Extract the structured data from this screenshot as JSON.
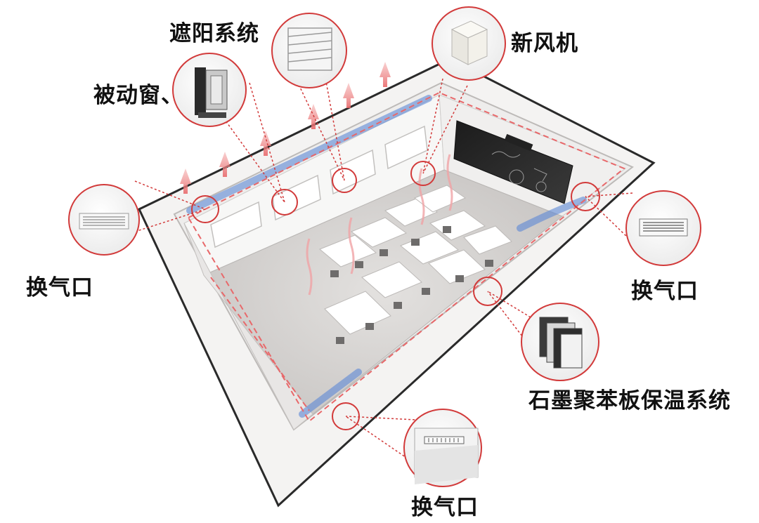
{
  "labels": {
    "shading": "遮阳系统",
    "fresh_air_unit": "新风机",
    "passive_window": "被动窗、",
    "vent_left": "换气口",
    "vent_right": "换气口",
    "insulation": "石墨聚苯板保温系统",
    "vent_bottom": "换气口"
  },
  "colors": {
    "callout_ring": "#d23a3a",
    "leader_line": "#d23a3a",
    "warm_flow": "#e8686a",
    "cool_flow": "#5b87d6",
    "wall": "#f2f1f0",
    "floor": "#d9d7d6"
  }
}
